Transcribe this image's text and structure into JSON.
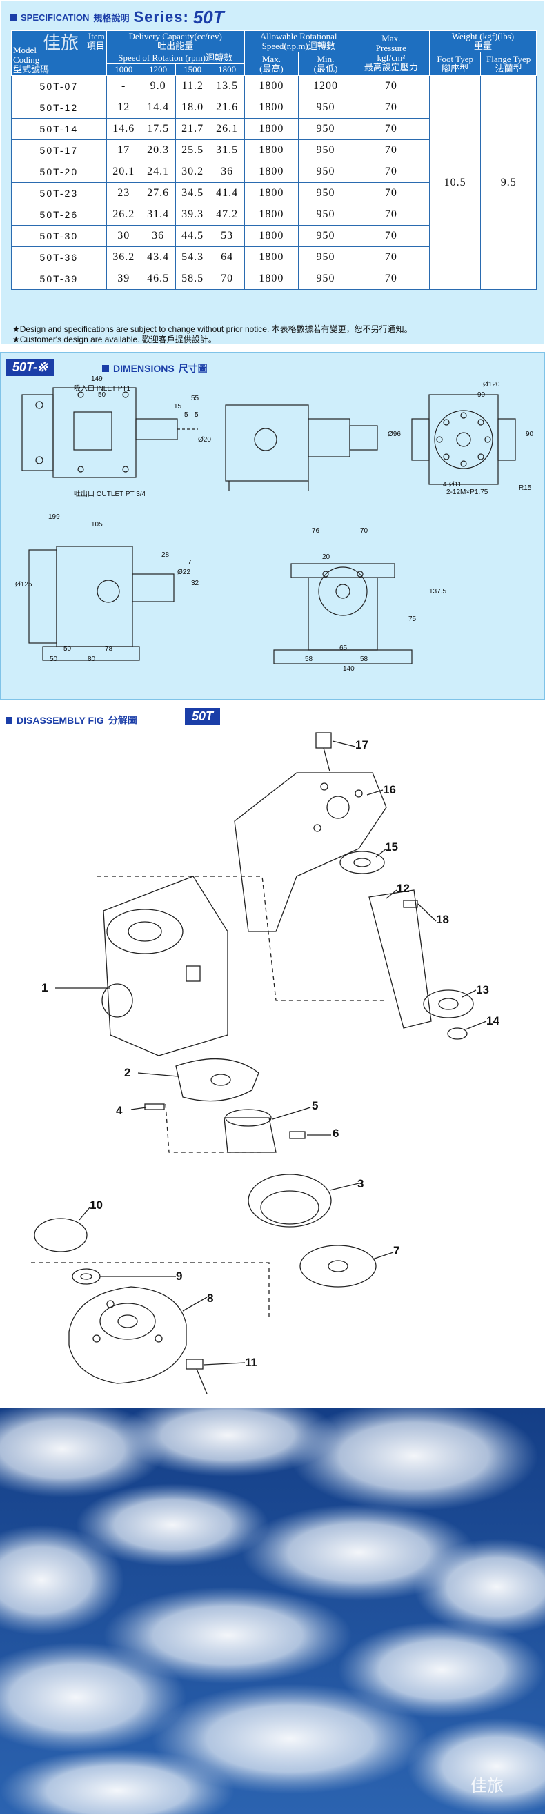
{
  "spec": {
    "label": "SPECIFICATION",
    "label_cn": "規格說明",
    "series_label": "Series:",
    "series_value": "50T",
    "watermark": "佳旅",
    "headers": {
      "item": "Item",
      "item_cn": "項目",
      "model": "Model",
      "coding": "Coding",
      "model_cn": "型式號碼",
      "delivery": "Delivery Capacity(cc/rev)",
      "delivery_cn": "吐出能量",
      "speed": "Speed of Rotation (rpm)迴轉數",
      "rpms": [
        "1000",
        "1200",
        "1500",
        "1800"
      ],
      "allow": "Allowable Rotational",
      "allow2": "Speed(r.p.m)迴轉數",
      "max": "Max.",
      "max_cn": "(最高)",
      "min": "Min.",
      "min_cn": "(最低)",
      "pressure1": "Max.",
      "pressure2": "Pressure",
      "pressure3": "kgf/cm²",
      "pressure_cn": "最高設定壓力",
      "weight": "Weight (kgf)(lbs)",
      "weight_cn": "重量",
      "foot": "Foot Tyep",
      "foot_cn": "腳座型",
      "flange": "Flange Tyep",
      "flange_cn": "法蘭型"
    },
    "rows": [
      {
        "model": "50T-07",
        "c1000": "-",
        "c1200": "9.0",
        "c1500": "11.2",
        "c1800": "13.5",
        "max": "1800",
        "min": "1200",
        "pressure": "70"
      },
      {
        "model": "50T-12",
        "c1000": "12",
        "c1200": "14.4",
        "c1500": "18.0",
        "c1800": "21.6",
        "max": "1800",
        "min": "950",
        "pressure": "70"
      },
      {
        "model": "50T-14",
        "c1000": "14.6",
        "c1200": "17.5",
        "c1500": "21.7",
        "c1800": "26.1",
        "max": "1800",
        "min": "950",
        "pressure": "70"
      },
      {
        "model": "50T-17",
        "c1000": "17",
        "c1200": "20.3",
        "c1500": "25.5",
        "c1800": "31.5",
        "max": "1800",
        "min": "950",
        "pressure": "70"
      },
      {
        "model": "50T-20",
        "c1000": "20.1",
        "c1200": "24.1",
        "c1500": "30.2",
        "c1800": "36",
        "max": "1800",
        "min": "950",
        "pressure": "70"
      },
      {
        "model": "50T-23",
        "c1000": "23",
        "c1200": "27.6",
        "c1500": "34.5",
        "c1800": "41.4",
        "max": "1800",
        "min": "950",
        "pressure": "70"
      },
      {
        "model": "50T-26",
        "c1000": "26.2",
        "c1200": "31.4",
        "c1500": "39.3",
        "c1800": "47.2",
        "max": "1800",
        "min": "950",
        "pressure": "70"
      },
      {
        "model": "50T-30",
        "c1000": "30",
        "c1200": "36",
        "c1500": "44.5",
        "c1800": "53",
        "max": "1800",
        "min": "950",
        "pressure": "70"
      },
      {
        "model": "50T-36",
        "c1000": "36.2",
        "c1200": "43.4",
        "c1500": "54.3",
        "c1800": "64",
        "max": "1800",
        "min": "950",
        "pressure": "70"
      },
      {
        "model": "50T-39",
        "c1000": "39",
        "c1200": "46.5",
        "c1500": "58.5",
        "c1800": "70",
        "max": "1800",
        "min": "950",
        "pressure": "70"
      }
    ],
    "weight_foot": "10.5",
    "weight_flange": "9.5",
    "note1": "★Design and specifications are subject to change without prior notice. 本表格數據若有變更，恕不另行通知。",
    "note2": "★Customer's design are available. 歡迎客戶提供設計。"
  },
  "dimensions": {
    "tag": "50T-※",
    "title": "DIMENSIONS",
    "title_cn": "尺寸圖",
    "inlet": "吸入口 INLET PT1",
    "outlet": "吐出口 OUTLET PT 3/4",
    "labels": [
      "149",
      "50",
      "55",
      "15",
      "5",
      "5",
      "Ø20",
      "Ø120",
      "90",
      "Ø96",
      "90",
      "4-Ø11",
      "2-12M×P1.75",
      "R15",
      "199",
      "105",
      "28",
      "Ø125",
      "Ø22",
      "7",
      "32",
      "50",
      "78",
      "80",
      "50",
      "76",
      "70",
      "75",
      "137.5",
      "65",
      "58",
      "58",
      "140",
      "20"
    ]
  },
  "disassembly": {
    "title": "DISASSEMBLY FIG",
    "title_cn": "分解圖",
    "tag": "50T",
    "parts": [
      "1",
      "2",
      "3",
      "4",
      "5",
      "6",
      "7",
      "8",
      "9",
      "10",
      "11",
      "12",
      "13",
      "14",
      "15",
      "16",
      "17",
      "18"
    ]
  },
  "photo": {
    "watermark": "佳旅"
  },
  "colors": {
    "panel_bg": "#cfeefb",
    "header_blue": "#1e6fc0",
    "title_blue": "#1b3ea8"
  }
}
